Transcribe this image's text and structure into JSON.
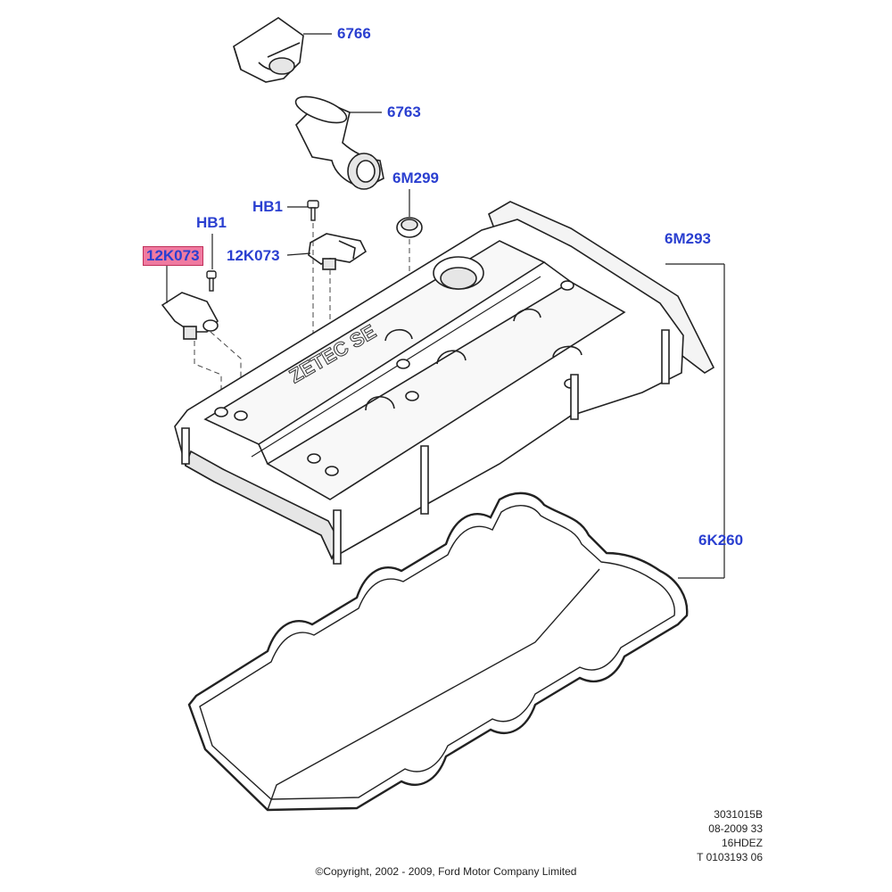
{
  "callouts": {
    "c6766": "6766",
    "c6763": "6763",
    "c6m299": "6M299",
    "chb1_upper": "HB1",
    "chb1_left": "HB1",
    "c12k073_right": "12K073",
    "c12k073_left": "12K073",
    "c6m293": "6M293",
    "c6k260": "6K260"
  },
  "reference": {
    "line1": "3031015B",
    "line2": "08-2009 33",
    "line3": "16HDEZ",
    "line4": "T 0103193 06"
  },
  "footer": {
    "copyright": "©Copyright, 2002 - 2009, Ford Motor Company Limited"
  },
  "embossed_text": "ZETEC SE",
  "colors": {
    "callout": "#2a3fd0",
    "highlight_fill": "#f07aa0",
    "line": "#222222",
    "part_fill": "#ffffff",
    "shade": "#e6e6e6"
  }
}
